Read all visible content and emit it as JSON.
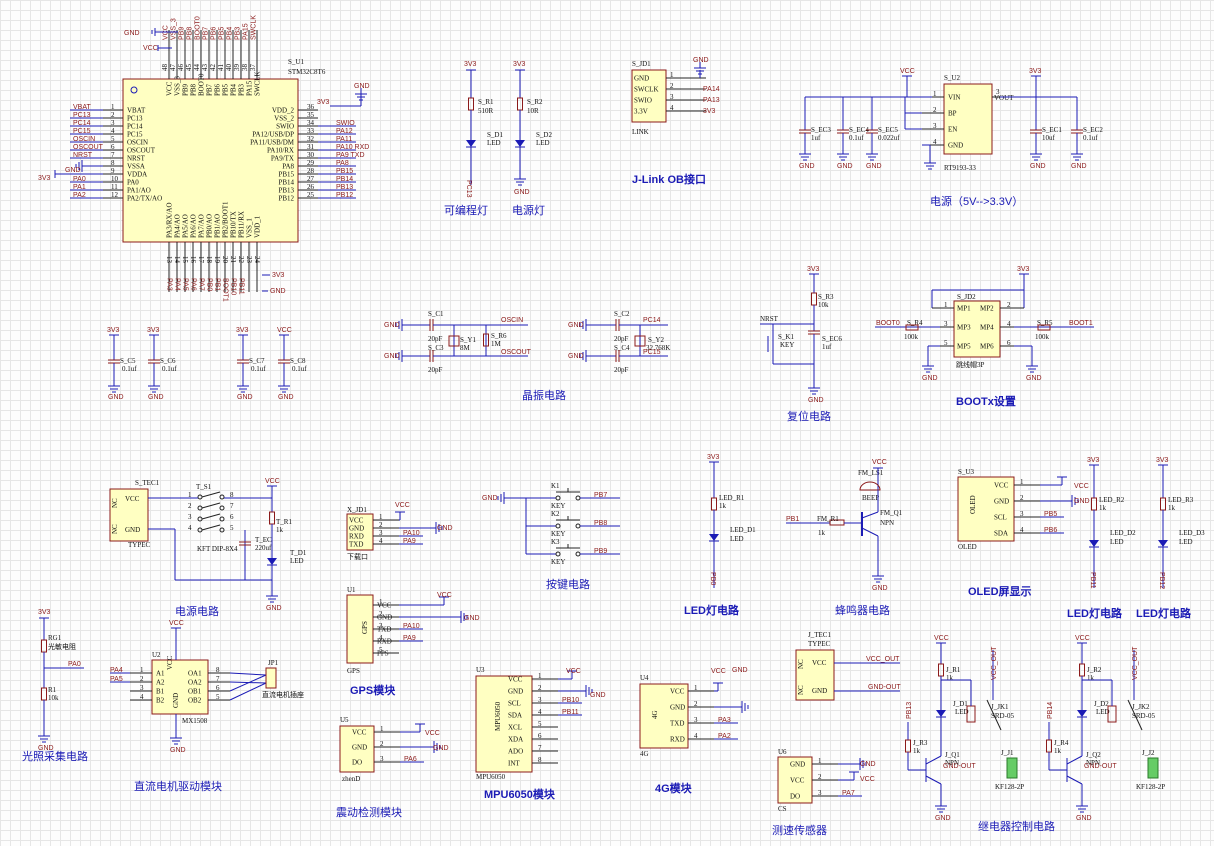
{
  "mcu": {
    "designator": "S_U1",
    "part": "STM32C8T6",
    "left_pins": [
      {
        "num": "1",
        "name": "VBAT",
        "net": "VBAT"
      },
      {
        "num": "2",
        "name": "PC13",
        "net": "PC13"
      },
      {
        "num": "3",
        "name": "PC14",
        "net": "PC14"
      },
      {
        "num": "4",
        "name": "PC15",
        "net": "PC15"
      },
      {
        "num": "5",
        "name": "OSCIN",
        "net": "OSCIN"
      },
      {
        "num": "6",
        "name": "OSCOUT",
        "net": "OSCOUT"
      },
      {
        "num": "7",
        "name": "NRST",
        "net": "NRST"
      },
      {
        "num": "8",
        "name": "VSSA",
        "net": "GND"
      },
      {
        "num": "9",
        "name": "VDDA",
        "net": "3V3"
      },
      {
        "num": "10",
        "name": "PA0",
        "net": "PA0"
      },
      {
        "num": "11",
        "name": "PA1/AO",
        "net": "PA1"
      },
      {
        "num": "12",
        "name": "PA2/TX/AO",
        "net": "PA2"
      }
    ],
    "right_pins": [
      {
        "num": "36",
        "name": "VDD_2",
        "net": "3V3"
      },
      {
        "num": "35",
        "name": "VSS_2",
        "net": ""
      },
      {
        "num": "34",
        "name": "SWIO",
        "net": "SWIO"
      },
      {
        "num": "33",
        "name": "PA12/USB/DP",
        "net": "PA12"
      },
      {
        "num": "32",
        "name": "PA11/USB/DM",
        "net": "PA11"
      },
      {
        "num": "31",
        "name": "PA10/RX",
        "net": "PA10_RXD"
      },
      {
        "num": "30",
        "name": "PA9/TX",
        "net": "PA9_TXD"
      },
      {
        "num": "29",
        "name": "PA8",
        "net": "PA8"
      },
      {
        "num": "28",
        "name": "PB15",
        "net": "PB15"
      },
      {
        "num": "27",
        "name": "PB14",
        "net": "PB14"
      },
      {
        "num": "26",
        "name": "PB13",
        "net": "PB13"
      },
      {
        "num": "25",
        "name": "PB12",
        "net": "PB12"
      }
    ],
    "top_pins": [
      "VCC",
      "VSS_3",
      "PB9",
      "PB8",
      "BOOT0",
      "PB7",
      "PB6",
      "PB5",
      "PB4",
      "PB3",
      "PA15",
      "SWCLK"
    ],
    "top_nums": [
      "48",
      "47",
      "46",
      "45",
      "44",
      "43",
      "42",
      "41",
      "40",
      "39",
      "38",
      "37"
    ],
    "bottom_pins": [
      "PA3/RX/AO",
      "PA4/AO",
      "PA5/AO",
      "PA6/AO",
      "PA7/AO",
      "PB0/AO",
      "PB1/AO",
      "PB2/BOOT1",
      "PB10/TX",
      "PB11/RX",
      "VSS_1",
      "VDD_1"
    ],
    "bottom_nums": [
      "13",
      "14",
      "15",
      "16",
      "17",
      "18",
      "19",
      "20",
      "21",
      "22",
      "23",
      "24"
    ],
    "bottom_nets": [
      "PA3",
      "PA4",
      "PA5",
      "PA6",
      "PA7",
      "PB0",
      "PB1",
      "BOOT1",
      "PB10",
      "PB11",
      "",
      ""
    ],
    "gnd": "GND",
    "vcc": "VCC",
    "v33": "3V3"
  },
  "decoupling": [
    {
      "ref": "S_C5",
      "val": "0.1uf",
      "rail": "3V3"
    },
    {
      "ref": "S_C6",
      "val": "0.1uf",
      "rail": "3V3"
    },
    {
      "ref": "S_C7",
      "val": "0.1uf",
      "rail": "3V3"
    },
    {
      "ref": "S_C8",
      "val": "0.1uf",
      "rail": "VCC"
    }
  ],
  "leds_top": {
    "r1_ref": "S_R1",
    "r1_val": "510R",
    "d1_ref": "S_D1",
    "d1_val": "LED",
    "d1_net": "PC13",
    "r2_ref": "S_R2",
    "r2_val": "10R",
    "d2_ref": "S_D2",
    "d2_val": "LED",
    "caption1": "可编程灯",
    "caption2": "电源灯"
  },
  "jlink": {
    "ref": "S_JD1",
    "part": "LINK",
    "pins": [
      "GND",
      "SWCLK",
      "SWIO",
      "3.3V"
    ],
    "nets": [
      "GND",
      "PA14",
      "PA13",
      "3V3"
    ],
    "caption": "J-Link OB接口"
  },
  "power": {
    "ref": "S_U2",
    "part": "RT9193-33",
    "pins": [
      "VIN",
      "BP",
      "EN",
      "GND"
    ],
    "out": "VOUT",
    "caps": [
      {
        "ref": "S_EC3",
        "val": "1uf"
      },
      {
        "ref": "S_EC4",
        "val": "0.1uf"
      },
      {
        "ref": "S_EC5",
        "val": "0.022uf"
      },
      {
        "ref": "S_EC1",
        "val": "10uf"
      },
      {
        "ref": "S_EC2",
        "val": "0.1uf"
      }
    ],
    "caption": "电源（5V-->3.3V）"
  },
  "crystal": {
    "c1": "S_C1",
    "c1v": "20pF",
    "c3": "S_C3",
    "c3v": "20pF",
    "y1": "S_Y1",
    "y1v": "8M",
    "r6": "S_R6",
    "r6v": "1M",
    "osc_in": "OSCIN",
    "osc_out": "OSCOUT",
    "c2": "S_C2",
    "c2v": "20pF",
    "c4": "S_C4",
    "c4v": "20pF",
    "y2": "S_Y2",
    "y2v": "32.768K",
    "pc14": "PC14",
    "pc15": "PC15",
    "caption": "晶振电路"
  },
  "reset": {
    "r3": "S_R3",
    "r3v": "10k",
    "k1": "S_K1",
    "k1v": "KEY",
    "ec6": "S_EC6",
    "ec6v": "1uf",
    "nrst": "NRST",
    "caption": "复位电路"
  },
  "boot": {
    "jd2": "S_JD2",
    "part": "跳线帽3P",
    "pins": [
      "MP1",
      "MP2",
      "MP3",
      "MP4",
      "MP5",
      "MP6"
    ],
    "r4": "S_R4",
    "r4v": "100k",
    "r5": "S_R5",
    "r5v": "100k",
    "boot0": "BOOT0",
    "boot1": "BOOT1",
    "caption": "BOOTx设置"
  },
  "supply": {
    "tec": "S_TEC1",
    "tec_part": "TYPEC",
    "nc": "NC",
    "vcc": "VCC",
    "gnd": "GND",
    "s1": "T_S1",
    "s1_part": "KFT DIP-8X4",
    "ec": "T_EC",
    "ec_val": "220uf",
    "r1": "T_R1",
    "r1v": "1k",
    "d1": "T_D1",
    "d1v": "LED",
    "caption": "电源电路"
  },
  "uart": {
    "ref": "X_JD1",
    "part": "下载口",
    "pins": [
      "VCC",
      "GND",
      "RXD",
      "TXD"
    ],
    "nets": [
      "VCC",
      "GND",
      "PA10",
      "PA9"
    ]
  },
  "gps": {
    "ref": "U1",
    "part": "GPS",
    "chip": "GPS",
    "pins": [
      "VCC",
      "GND",
      "TXD",
      "RXD",
      "PPS"
    ],
    "nets": [
      "VCC",
      "GND",
      "PA10",
      "PA9",
      ""
    ],
    "caption": "GPS模块"
  },
  "keys": {
    "k1": "K1",
    "k2": "K2",
    "k3": "K3",
    "kv": "KEY",
    "nets": [
      "PB7",
      "PB8",
      "PB9"
    ],
    "caption": "按键电路"
  },
  "vib": {
    "ref": "U5",
    "part": "zhenD",
    "pins": [
      "VCC",
      "GND",
      "DO"
    ],
    "nets": [
      "VCC",
      "GND",
      "PA6"
    ],
    "caption": "震动检测模块"
  },
  "mpu": {
    "ref": "U3",
    "part": "MPU6050",
    "chip": "MPU6050",
    "pins": [
      "VCC",
      "GND",
      "SCL",
      "SDA",
      "XCL",
      "XDA",
      "ADO",
      "INT"
    ],
    "nets": [
      "VCC",
      "GND",
      "PB10",
      "PB11",
      "",
      "",
      "",
      ""
    ],
    "caption": "MPU6050模块"
  },
  "g4": {
    "ref": "U4",
    "part": "4G",
    "chip": "4G",
    "pins": [
      "VCC",
      "GND",
      "TXD",
      "RXD"
    ],
    "nets": [
      "VCC",
      "GND",
      "PA3",
      "PA2"
    ],
    "caption": "4G模块"
  },
  "light": {
    "rg": "RG1",
    "rg_part": "光敏电阻",
    "r1": "R1",
    "r1v": "10k",
    "net": "PA0",
    "caption": "光照采集电路"
  },
  "motor": {
    "ref": "U2",
    "part": "MX1508",
    "in_pins": [
      "A1",
      "A2",
      "B1",
      "B2"
    ],
    "in_nets": [
      "PA4",
      "PA5",
      "",
      ""
    ],
    "out_pins": [
      "OA1",
      "OA2",
      "OB1",
      "OB2"
    ],
    "jp": "JP1",
    "jp_part": "直流电机插座",
    "caption": "直流电机驱动模块"
  },
  "led_mid": {
    "r": "LED_R1",
    "rv": "1k",
    "d": "LED_D1",
    "dv": "LED",
    "net": "PB0",
    "caption": "LED灯电路"
  },
  "buzzer": {
    "ls": "FM_LS1",
    "lsv": "BEEP",
    "r": "FM_R1",
    "rv": "1k",
    "q": "FM_Q1",
    "qv": "NPN",
    "net": "PB1",
    "caption": "蜂鸣器电路"
  },
  "oled": {
    "ref": "S_U3",
    "part": "OLED",
    "chip": "OLED",
    "pins": [
      "VCC",
      "GND",
      "SCL",
      "SDA"
    ],
    "nets": [
      "VCC",
      "GND",
      "PB5",
      "PB6"
    ],
    "caption": "OLED屏显示"
  },
  "led_r2": {
    "r": "LED_R2",
    "rv": "1k",
    "d": "LED_D2",
    "dv": "LED",
    "net": "PB11",
    "caption": "LED灯电路"
  },
  "led_r3": {
    "r": "LED_R3",
    "rv": "1k",
    "d": "LED_D3",
    "dv": "LED",
    "net": "PB12",
    "caption": "LED灯电路"
  },
  "speed": {
    "tec": "J_TEC1",
    "tec_part": "TYPEC",
    "vout": "VCC_OUT",
    "gout": "GND-OUT",
    "nc": "NC",
    "vcc": "VCC",
    "gnd": "GND",
    "u6": "U6",
    "u6_part": "CS",
    "pins": [
      "GND",
      "VCC",
      "DO"
    ],
    "nets": [
      "GND",
      "VCC",
      "PA7"
    ],
    "caption": "测速传感器"
  },
  "relay": {
    "r1": "J_R1",
    "r3": "J_R3",
    "q1": "J_Q1",
    "d1": "J_D1",
    "k1": "J_JK1",
    "j1": "J_J1",
    "r2": "J_R2",
    "r4": "J_R4",
    "q2": "J_Q2",
    "d2": "J_D2",
    "k2": "J_JK2",
    "j2": "J_J2",
    "rv": "1k",
    "qv": "NPN",
    "dv": "LED",
    "kv": "SRD-05",
    "jv": "KF128-2P",
    "vout": "VCC_OUT",
    "gout": "GND-OUT",
    "net1": "PB13",
    "net2": "PB14",
    "caption": "继电器控制电路"
  }
}
